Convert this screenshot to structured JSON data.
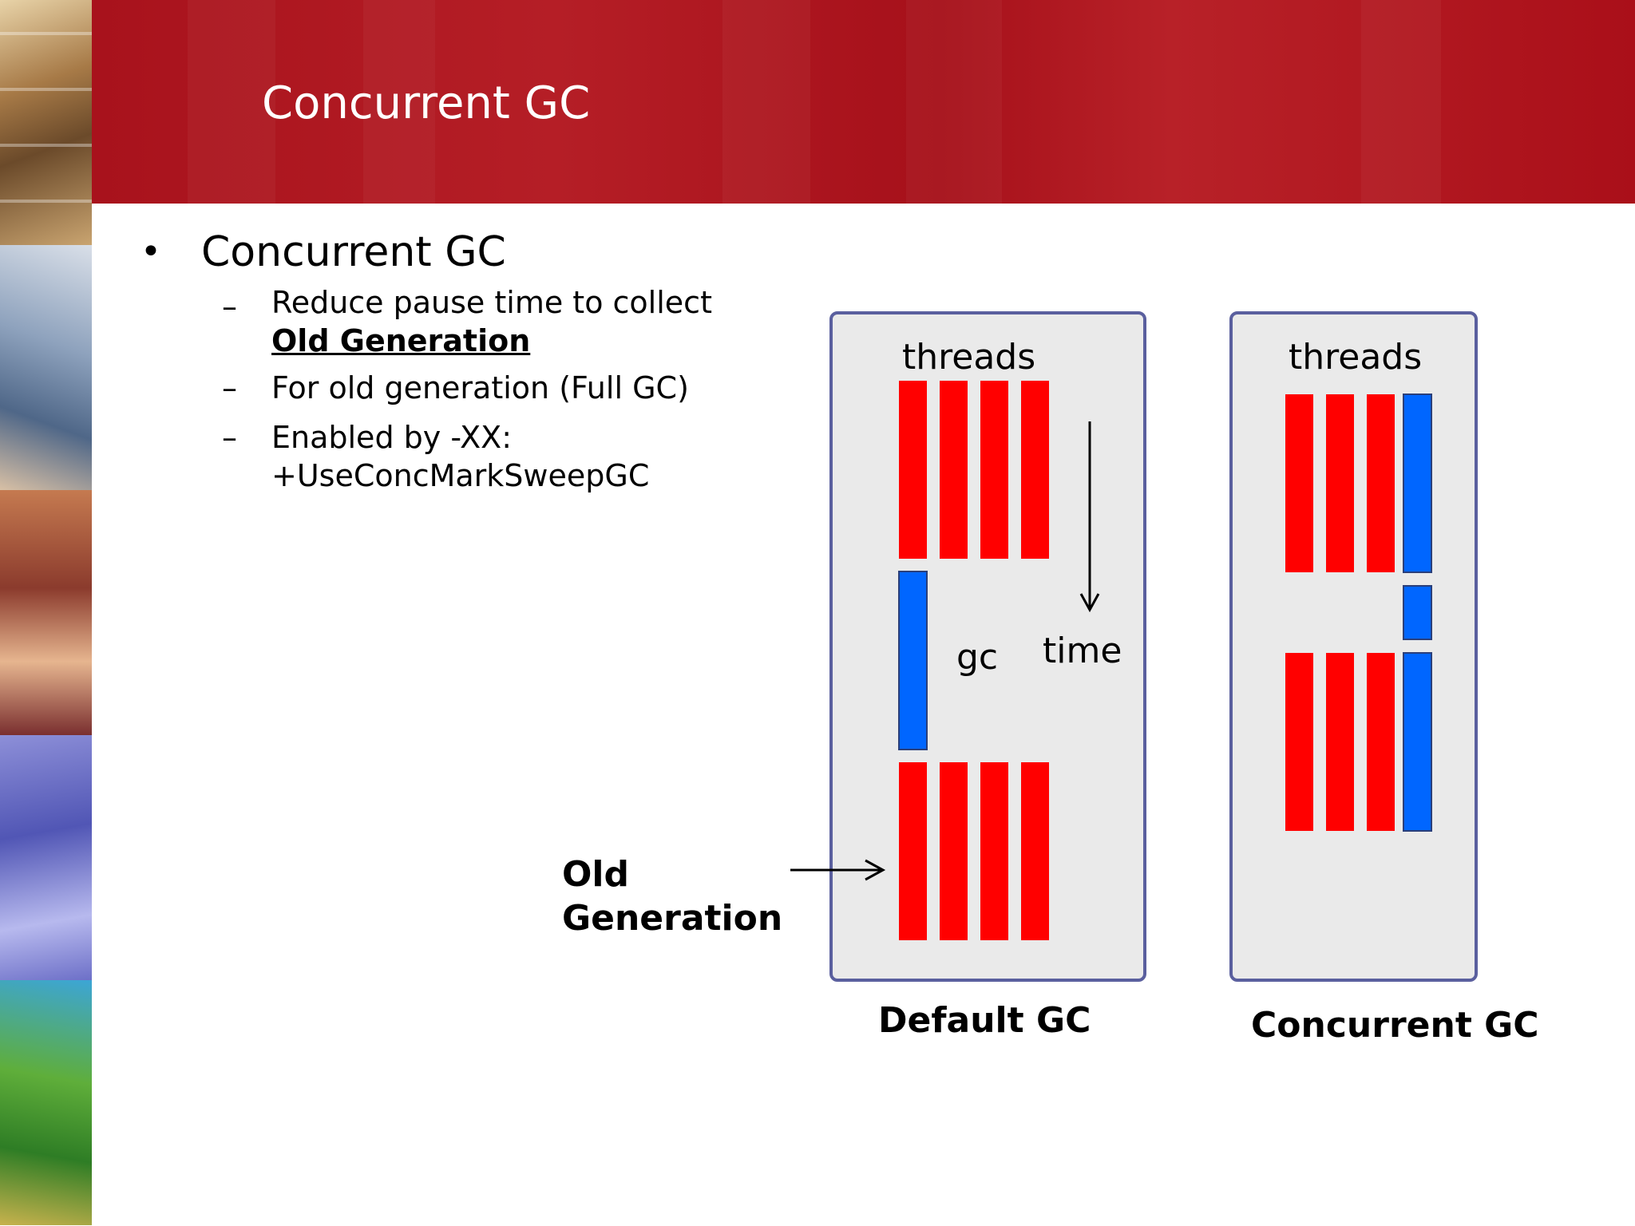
{
  "slide": {
    "title": "Concurrent GC",
    "bullet": "Concurrent GC",
    "subs": [
      {
        "text": "Reduce pause time to collect",
        "emph": "Old Generation"
      },
      {
        "text": "For old generation (Full GC)"
      },
      {
        "text": "Enabled by -XX:",
        "line2": "+UseConcMarkSweepGC"
      }
    ]
  },
  "diagram": {
    "default": {
      "threads_label": "threads",
      "gc_label": "gc",
      "time_label": "time",
      "caption": "Default GC"
    },
    "concurrent": {
      "threads_label": "threads",
      "caption": "Concurrent GC"
    },
    "annotation": {
      "line1": "Old",
      "line2": "Generation"
    },
    "colors": {
      "thread": "#ff0000",
      "gc": "#0066ff",
      "panel_fill": "#eaeaea",
      "panel_border": "#5a5f9e",
      "header": "#a8121c"
    }
  }
}
